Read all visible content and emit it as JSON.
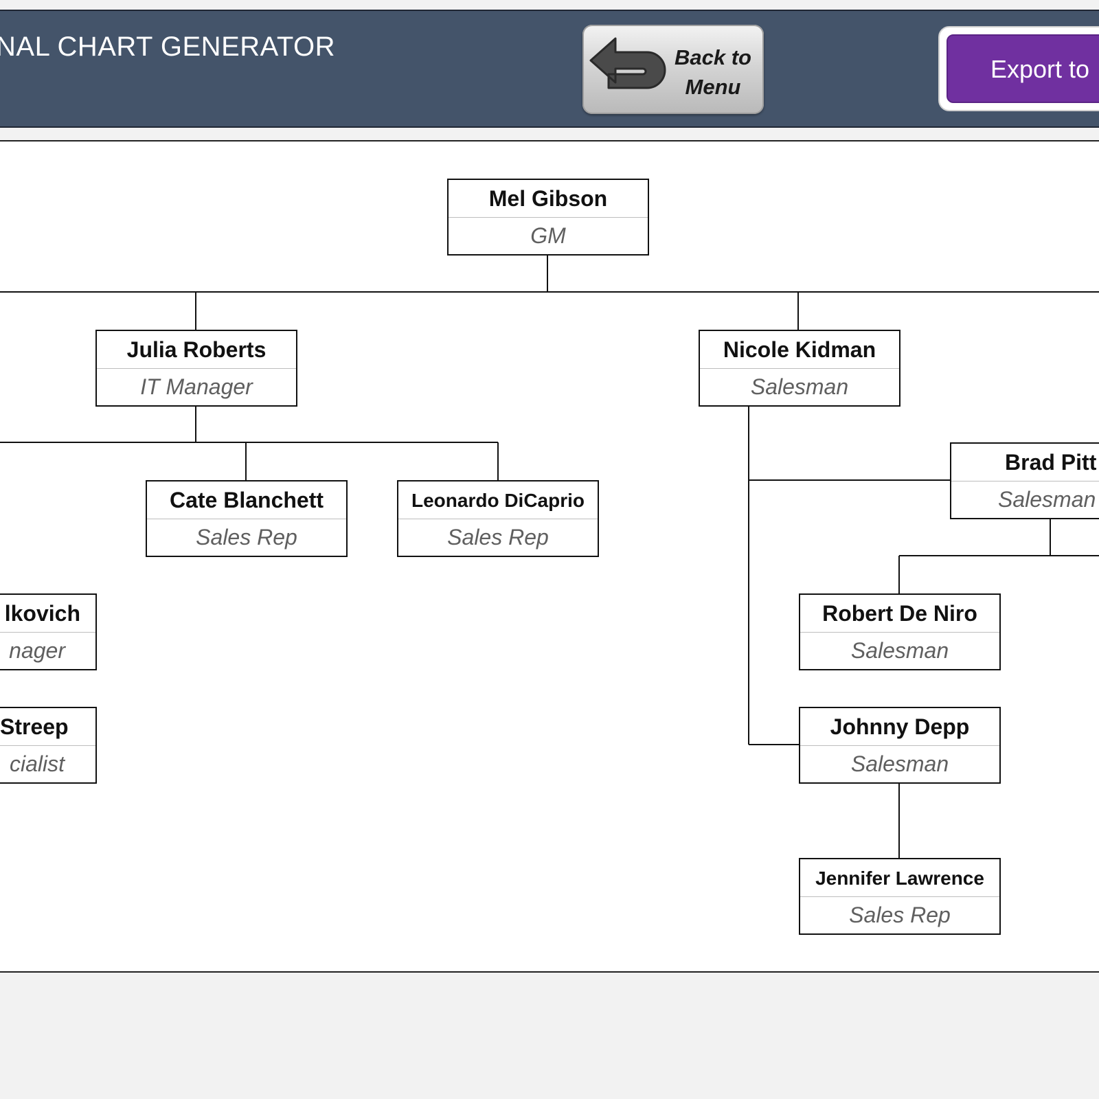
{
  "header": {
    "title": "NAL CHART GENERATOR",
    "back_button": {
      "line1": "Back to",
      "line2": "Menu"
    },
    "export_button": {
      "label": "Export to"
    }
  },
  "org_chart": {
    "nodes": [
      {
        "id": "mel-gibson",
        "name": "Mel Gibson",
        "title": "GM"
      },
      {
        "id": "julia-roberts",
        "name": "Julia Roberts",
        "title": "IT Manager"
      },
      {
        "id": "nicole-kidman",
        "name": "Nicole Kidman",
        "title": "Salesman"
      },
      {
        "id": "cate-blanchett",
        "name": "Cate Blanchett",
        "title": "Sales Rep"
      },
      {
        "id": "leonardo-dicaprio",
        "name": "Leonardo DiCaprio",
        "title": "Sales Rep"
      },
      {
        "id": "brad-pitt",
        "name": "Brad Pitt",
        "title": "Salesman"
      },
      {
        "id": "malkovich",
        "name": "lkovich",
        "title": "nager"
      },
      {
        "id": "streep",
        "name": "Streep",
        "title": "cialist"
      },
      {
        "id": "robert-de-niro",
        "name": "Robert De Niro",
        "title": "Salesman"
      },
      {
        "id": "johnny-depp",
        "name": "Johnny Depp",
        "title": "Salesman"
      },
      {
        "id": "jennifer-lawrence",
        "name": "Jennifer Lawrence",
        "title": "Sales Rep"
      }
    ]
  }
}
